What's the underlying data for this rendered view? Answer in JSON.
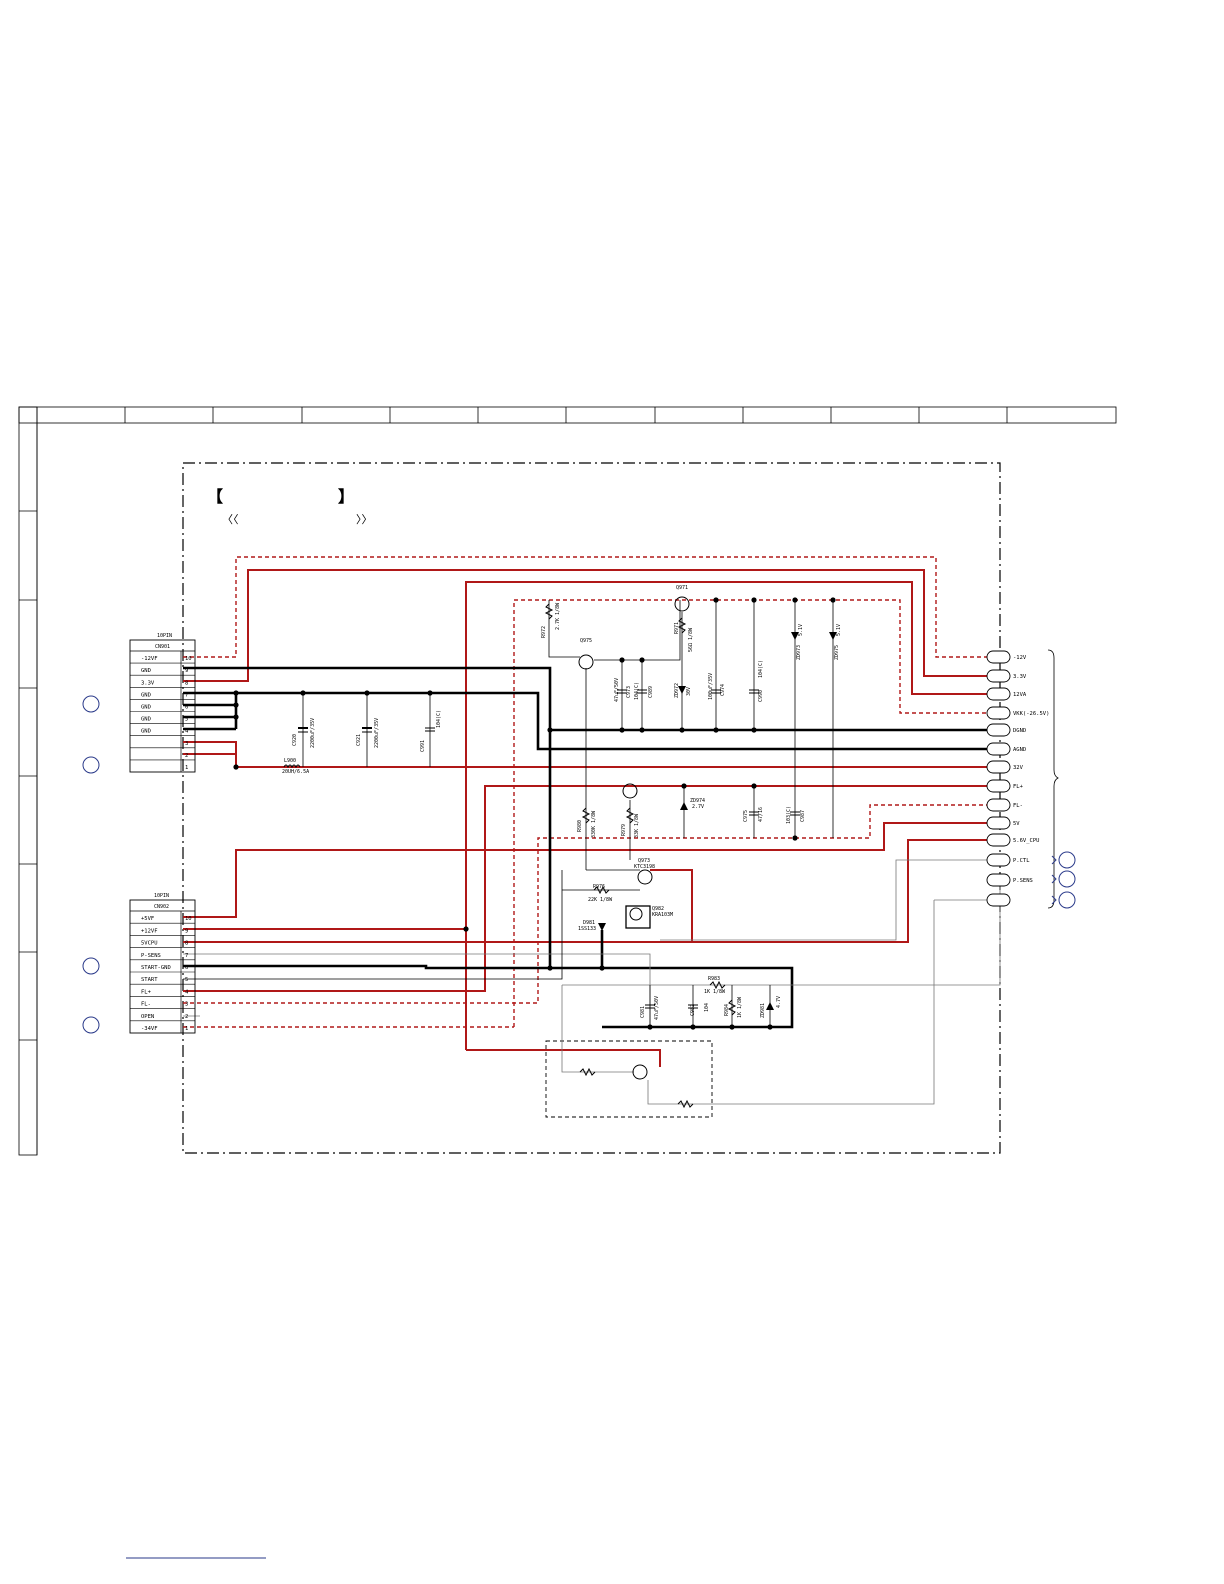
{
  "connectors": {
    "cn901": {
      "title": "10PIN",
      "ref": "CN901",
      "pins": [
        {
          "name": "-12VF",
          "num": "10"
        },
        {
          "name": "GND",
          "num": "9"
        },
        {
          "name": "3.3V",
          "num": "8"
        },
        {
          "name": "GND",
          "num": "7"
        },
        {
          "name": "GND",
          "num": "6"
        },
        {
          "name": "GND",
          "num": "5"
        },
        {
          "name": "GND",
          "num": "4"
        },
        {
          "name": "",
          "num": "3"
        },
        {
          "name": "",
          "num": "2"
        },
        {
          "name": "",
          "num": "1"
        }
      ]
    },
    "cn902": {
      "title": "10PIN",
      "ref": "CN902",
      "pins": [
        {
          "name": "+5VF",
          "num": "10"
        },
        {
          "name": "+12VF",
          "num": "9"
        },
        {
          "name": "5VCPU",
          "num": "8"
        },
        {
          "name": "P-SENS",
          "num": "7"
        },
        {
          "name": "START-GND",
          "num": "6"
        },
        {
          "name": "START",
          "num": "5"
        },
        {
          "name": "FL+",
          "num": "4"
        },
        {
          "name": "FL-",
          "num": "3"
        },
        {
          "name": "OPEN",
          "num": "2"
        },
        {
          "name": "-34VF",
          "num": "1"
        }
      ]
    }
  },
  "nets": [
    "-12V",
    "3.3V",
    "12VA",
    "VKK(-26.5V)",
    "DGND",
    "AGND",
    "32V",
    "FL+",
    "FL-",
    "5V",
    "5.6V_CPU",
    "P.CTL",
    "P.SENS",
    ""
  ],
  "components": {
    "q971": "Q971",
    "q975": "Q975",
    "q973": "Q973",
    "q973_part": "KTC3198",
    "q982": "Q982",
    "q982_part": "KRA103M",
    "r972": "R972",
    "r972_val": "2.7K 1/8W",
    "r971": "R971",
    "r971_val": "56Ω 1/8W",
    "zd972": "ZD972",
    "zd972_val": "30V",
    "c973": "C973",
    "c973_val": "47uF/50V",
    "c989": "C989",
    "c989_val": "104(C)",
    "c974": "C974",
    "c974_val": "100uF/35V",
    "c990": "C990",
    "c990_val": "104(C)",
    "zd973": "ZD973",
    "zd973_val": "5.1V",
    "zd975": "ZD975",
    "zd975_val": "5.1V",
    "c920": "C920",
    "c920_val": "2200uF/35V",
    "c921": "C921",
    "c921_val": "2200uF/35V",
    "c991": "C991",
    "c991_val": "104(C)",
    "l900": "L900",
    "l900_val": "20UH/6.5A",
    "r980": "R980",
    "r980_val": "330K 1/8W",
    "r979": "R979",
    "r979_val": "33K 1/8W",
    "zd974": "ZD974",
    "zd974_val": "2.7V",
    "c975": "C975",
    "c975_val": "47/16",
    "c987": "C987",
    "c987_val": "103(C)",
    "r976": "R976",
    "r976_val": "22K 1/8W",
    "d981": "D981",
    "d981_val": "1SS133",
    "r983": "R983",
    "r983_val": "1K 1/8W",
    "c981": "C981",
    "c981_val": "47uF/50V",
    "c982": "C982",
    "c982_val": "104",
    "r984": "R984",
    "r984_val": "1K 1/8W",
    "zd981": "ZD981",
    "zd981_val": "4.7V"
  },
  "header": {
    "bracket_left": "【",
    "bracket_right": "】",
    "angle_left": "〈〈",
    "angle_right": "〉〉"
  },
  "colors": {
    "wire_red": "#b01818",
    "wire_black": "#000000",
    "wire_gray": "#7f7f7f"
  }
}
